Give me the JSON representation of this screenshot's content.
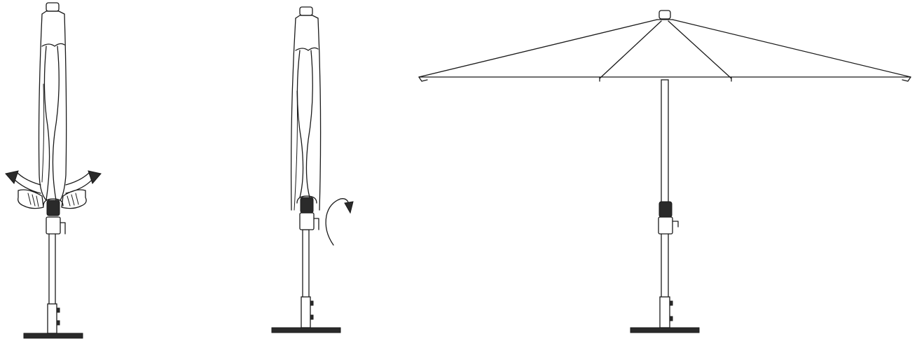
{
  "figure": {
    "steps": [
      {
        "id": "step-1",
        "depicts": "closed-umbrella-unwrap"
      },
      {
        "id": "step-2",
        "depicts": "closed-umbrella-crank"
      },
      {
        "id": "step-3",
        "depicts": "open-umbrella"
      }
    ],
    "icons": [
      "curved-arrow-left-icon",
      "curved-arrow-right-icon",
      "rotate-arrow-icon"
    ],
    "colors": {
      "line": "#1a1a1a",
      "background": "#ffffff"
    }
  }
}
